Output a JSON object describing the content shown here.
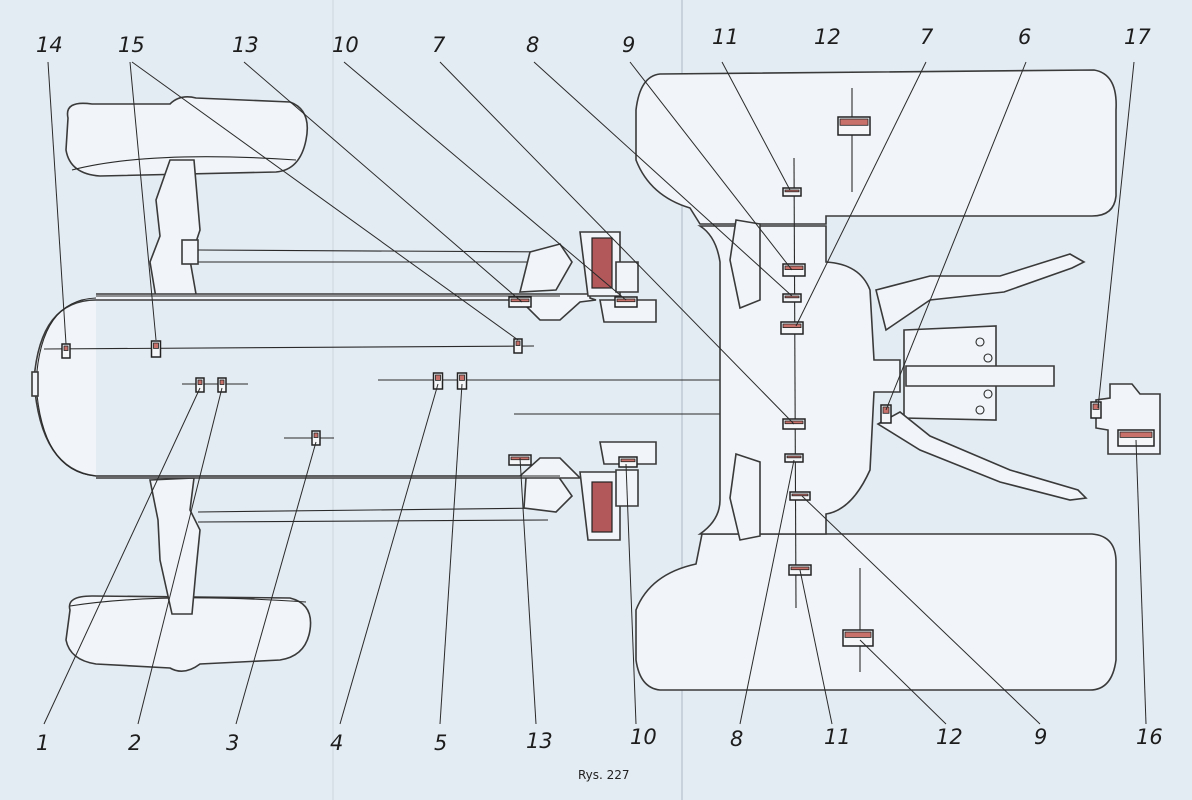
{
  "caption": "Rys. 227",
  "callouts": {
    "top": [
      "14",
      "15",
      "13",
      "10",
      "7",
      "8",
      "9",
      "11",
      "12",
      "7",
      "6",
      "17"
    ],
    "bottom": [
      "1",
      "2",
      "3",
      "4",
      "5",
      "13",
      "10",
      "8",
      "11",
      "12",
      "9",
      "16"
    ]
  },
  "colors": {
    "paper": "#e4ecf3",
    "ink": "#2a2a2a",
    "bearing": "#c8706a",
    "hatch": "#b2585a"
  }
}
